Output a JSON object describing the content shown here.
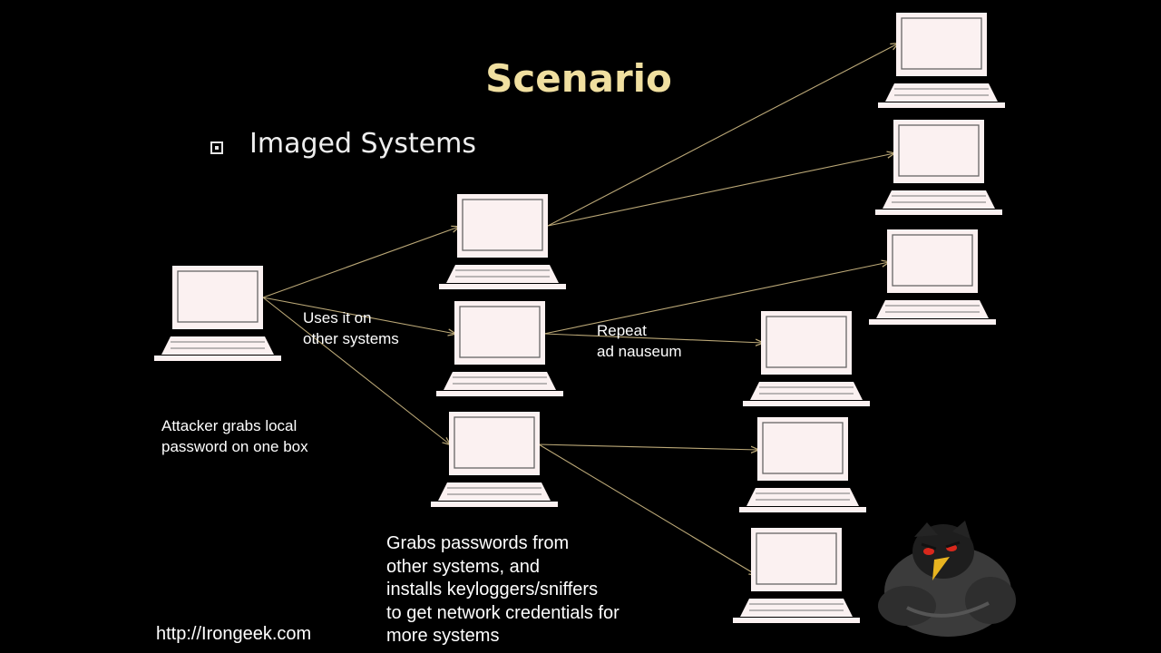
{
  "slide": {
    "title": "Scenario",
    "bullet": "Imaged Systems",
    "website": "http://Irongeek.com"
  },
  "annotations": {
    "attacker": [
      "Attacker grabs local",
      "password on one box"
    ],
    "uses": [
      "Uses it on",
      "other systems"
    ],
    "repeat": [
      "Repeat",
      "ad nauseum"
    ],
    "grabs": [
      "Grabs passwords from",
      "other systems, and",
      "installs keyloggers/sniffers",
      "to get network credentials for",
      "more systems"
    ]
  },
  "colors": {
    "background": "#000000",
    "title": "#f0dfa0",
    "arrow": "#bba877",
    "laptop": "#fbf1f1"
  },
  "icons": {
    "bullet": "square-bullet-icon",
    "node": "laptop-icon",
    "mascot": "angry-penguin-mascot"
  }
}
